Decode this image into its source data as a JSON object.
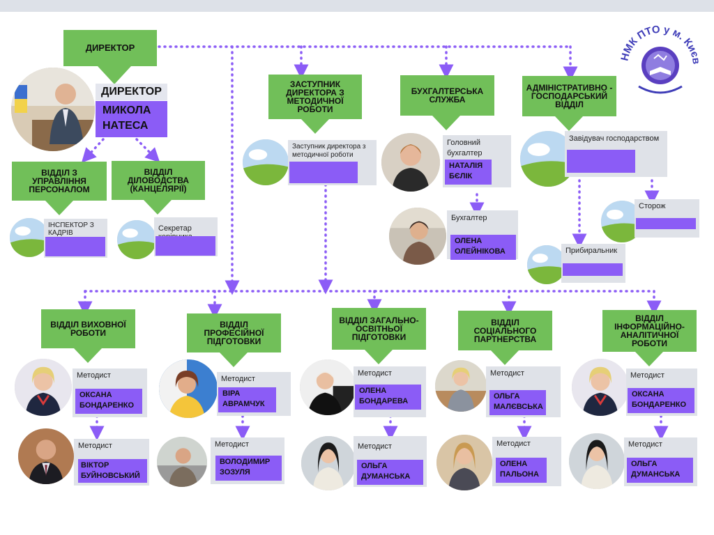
{
  "colors": {
    "green": "#71bf59",
    "purple": "#8b5cf6",
    "card": "#dfe2e8",
    "dots": "#8b5cf6"
  },
  "logo": {
    "text": "НМК ПТО у м. Києві",
    "icon": "book-globe-icon"
  },
  "director": {
    "box": "ДИРЕКТОР",
    "title": "ДИРЕКТОР",
    "name_line1": "МИКОЛА",
    "name_line2": "НАТЕСА"
  },
  "departments": {
    "hr": "ВІДДІЛ З УПРАВЛІННЯ ПЕРСОНАЛОМ",
    "office": "ВІДДІЛ ДІЛОВОДСТВА (КАНЦЕЛЯРІЇ)",
    "deputy": "ЗАСТУПНИК ДИРЕКТОРА З МЕТОДИЧНОЇ РОБОТИ",
    "accounting": "БУХГАЛТЕРСЬКА СЛУЖБА",
    "admin": "АДМІНІСТРАТИВНО - ГОСПОДАРСЬКИЙ ВІДДІЛ",
    "education": "ВІДДІЛ ВИХОВНОЇ РОБОТИ",
    "vocational": "ВІДДІЛ ПРОФЕСІЙНОЇ ПІДГОТОВКИ",
    "general": "ВІДДІЛ ЗАГАЛЬНО-ОСВІТНЬОЇ ПІДГОТОВКИ",
    "social": "ВІДДІЛ СОЦІАЛЬНОГО ПАРТНЕРСТВА",
    "info": "ВІДДІЛ ІНФОРМАЦІЙНО-АНАЛІТИЧНОЇ РОБОТИ"
  },
  "roles": {
    "inspector": "ІНСПЕКТОР З КАДРІВ",
    "secretary": "Секретар керівника",
    "deputy": "Заступник директора з методичної роботи",
    "chief_accountant": "Головний бухгалтер",
    "accountant": "Бухгалтер",
    "supply_head": "Завідувач господарством",
    "guard": "Сторож",
    "cleaner": "Прибиральник",
    "methodist": "Методист"
  },
  "people": {
    "chief_accountant": "НАТАЛІЯ БЄЛІК",
    "accountant": "ОЛЕНА ОЛЕЙНІКОВА",
    "edu1": "ОКСАНА БОНДАРЕНКО",
    "edu2": "ВІКТОР БУЙНОВСЬКИЙ",
    "voc1": "ВІРА АВРАМЧУК",
    "voc2": "ВОЛОДИМИР ЗОЗУЛЯ",
    "gen1": "ОЛЕНА БОНДАРЕВА",
    "gen2": "ОЛЬГА ДУМАНСЬКА",
    "soc1": "ОЛЬГА МАЛЄВСЬКА",
    "soc2": "ОЛЕНА ПАЛЬОНА",
    "inf1": "ОКСАНА БОНДАРЕНКО",
    "inf2": "ОЛЬГА ДУМАНСЬКА"
  }
}
